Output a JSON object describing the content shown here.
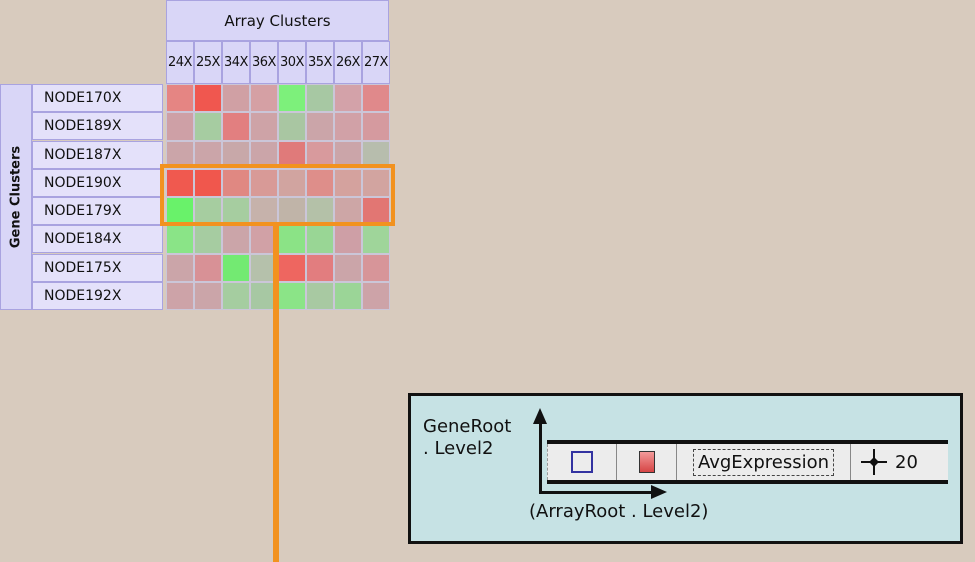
{
  "heatmap": {
    "column_header_title": "Array Clusters",
    "row_header_title": "Gene Clusters",
    "columns": [
      "24X",
      "25X",
      "34X",
      "36X",
      "30X",
      "35X",
      "26X",
      "27X"
    ],
    "rows": [
      "NODE170X",
      "NODE189X",
      "NODE187X",
      "NODE190X",
      "NODE179X",
      "NODE184X",
      "NODE175X",
      "NODE192X"
    ],
    "cell_colors": [
      [
        "#e58583",
        "#f0574f",
        "#d0a0a4",
        "#d5a0a4",
        "#7df07b",
        "#a7c8a3",
        "#d3a2a9",
        "#e0898b"
      ],
      [
        "#cea0a6",
        "#a6cca1",
        "#e27f80",
        "#cea3a7",
        "#a9c6a2",
        "#cba5a9",
        "#d1a1a7",
        "#d59a9f"
      ],
      [
        "#cba5a9",
        "#cba5a9",
        "#c8a8a9",
        "#cba5a9",
        "#e07a7a",
        "#d89a9d",
        "#cba5a9",
        "#b7bdad"
      ],
      [
        "#f0594f",
        "#f0574d",
        "#e08882",
        "#d89a97",
        "#d1a4a0",
        "#de8e8a",
        "#d4a29e",
        "#d2a4a0"
      ],
      [
        "#69f26a",
        "#a6cda0",
        "#a6cda0",
        "#c6b2ab",
        "#c0b4a8",
        "#b4c1a8",
        "#cda6a6",
        "#e27673"
      ],
      [
        "#8ae487",
        "#a6cca1",
        "#cba5a9",
        "#d1a1a6",
        "#8be386",
        "#99d695",
        "#ce9fa6",
        "#9fd59a"
      ],
      [
        "#cba5a9",
        "#d89196",
        "#73ea72",
        "#b5c1ab",
        "#ee6660",
        "#e27d7f",
        "#cba5a9",
        "#d79599"
      ],
      [
        "#cda3a8",
        "#cba5a9",
        "#a5cda0",
        "#a7c8a3",
        "#8be487",
        "#a8c9a2",
        "#9bd597",
        "#cda3a8"
      ]
    ],
    "highlighted_rows": [
      "NODE190X",
      "NODE179X"
    ]
  },
  "legend": {
    "y_axis_label_line1": "GeneRoot",
    "y_axis_label_line2": ". Level2",
    "x_axis_label": "(ArrayRoot . Level2)",
    "color_attribute": "AvgExpression",
    "size_value": "20",
    "shape_icon": "square-outline-icon",
    "color_icon": "color-gradient-icon",
    "size_icon": "size-move-icon"
  },
  "colors": {
    "background": "#d8cbbe",
    "header_fill": "#d9d6f7",
    "highlight": "#f2921f",
    "legend_panel": "#c6e2e4"
  }
}
